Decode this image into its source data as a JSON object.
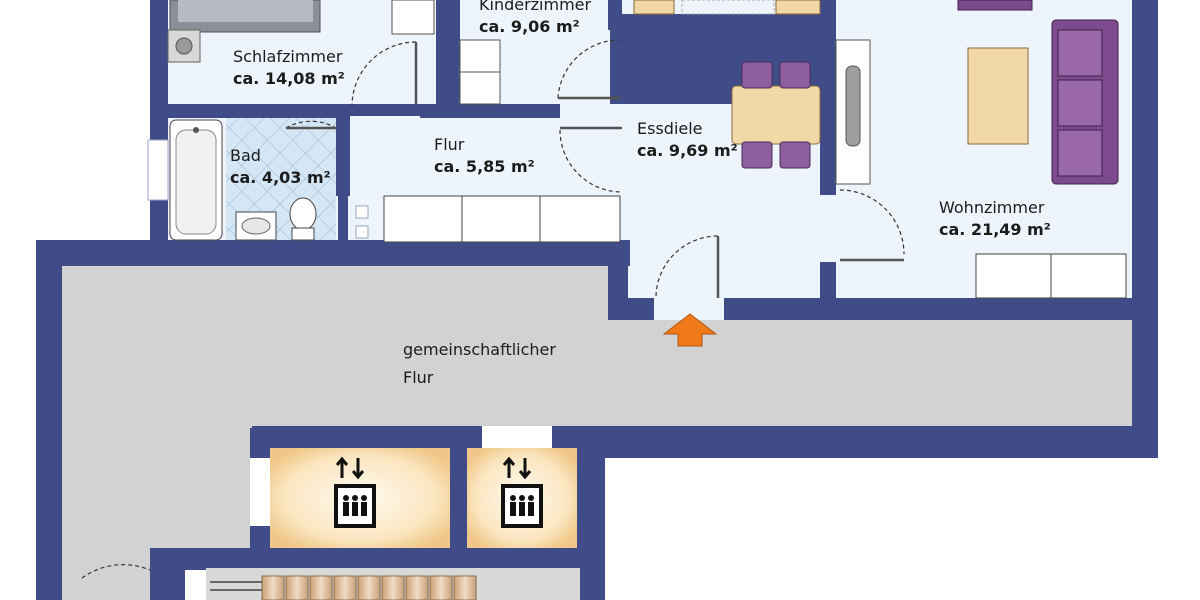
{
  "rooms": {
    "kinderzimmer": {
      "name": "Kinderzimmer",
      "area": "ca. 9,06 m²"
    },
    "schlafzimmer": {
      "name": "Schlafzimmer",
      "area": "ca. 14,08 m²"
    },
    "bad": {
      "name": "Bad",
      "area": "ca. 4,03 m²"
    },
    "flur": {
      "name": "Flur",
      "area": "ca. 5,85 m²"
    },
    "essdiele": {
      "name": "Essdiele",
      "area": "ca. 9,69 m²"
    },
    "wohnzimmer": {
      "name": "Wohnzimmer",
      "area": "ca. 21,49 m²"
    }
  },
  "corridor": {
    "line1": "gemeinschaftlicher",
    "line2": "Flur"
  },
  "icons": {
    "entrance": "orange-arrow-up",
    "elevator": "elevator-up-down-people",
    "stairs": "staircase"
  },
  "colors": {
    "wall": "#3f4c88",
    "room_floor": "#eef4fb",
    "corridor_floor": "#d2d2d2",
    "elevator_glow": "#f6d9a5",
    "furniture_wood": "#f2d7a7",
    "sofa": "#7d4a8d",
    "entrance_arrow": "#f07a1a",
    "tile": "#c9def0"
  }
}
